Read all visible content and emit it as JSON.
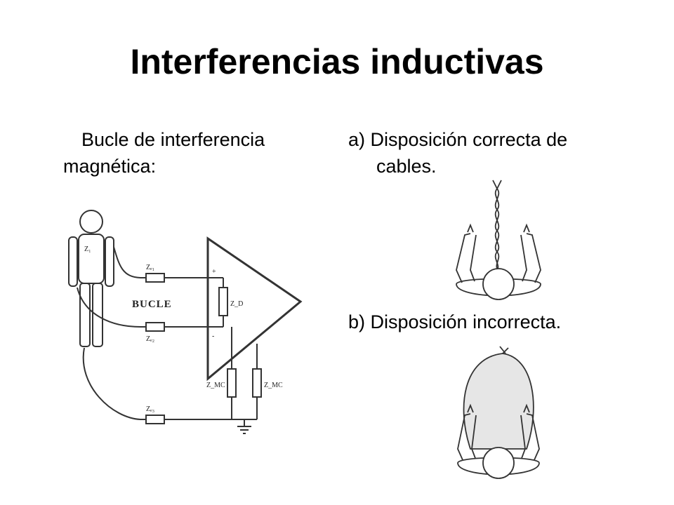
{
  "slide": {
    "title": "Interferencias inductivas",
    "left_caption_line1": "Bucle de interferencia",
    "left_caption_line2": "magnética:",
    "right_a_line1": "a) Disposición correcta de",
    "right_a_line2": "cables.",
    "right_b": "b) Disposición incorrecta."
  },
  "diagram": {
    "bucle_label": "BUCLE",
    "z_person": "Z₁",
    "z_e1": "Zₑ₁",
    "z_e2": "Zₑ₂",
    "z_e3": "Zₑ₃",
    "z_d": "Z_D",
    "z_mc1": "Z_MC",
    "z_mc2": "Z_MC",
    "plus": "+",
    "minus": "-"
  }
}
